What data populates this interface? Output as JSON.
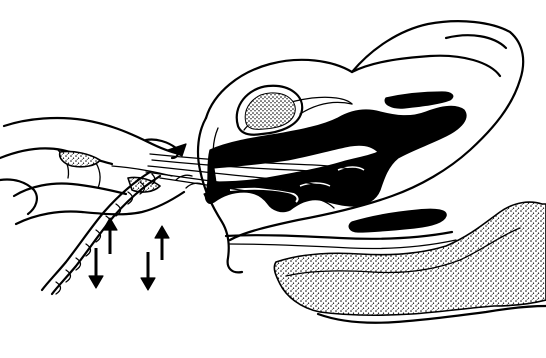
{
  "figure": {
    "kind": "anatomical-illustration",
    "labels": [],
    "arrows": {
      "count": 4,
      "directions": [
        "down",
        "up",
        "down",
        "up"
      ]
    },
    "colors": {
      "ink": "#000000",
      "background": "#ffffff"
    }
  }
}
